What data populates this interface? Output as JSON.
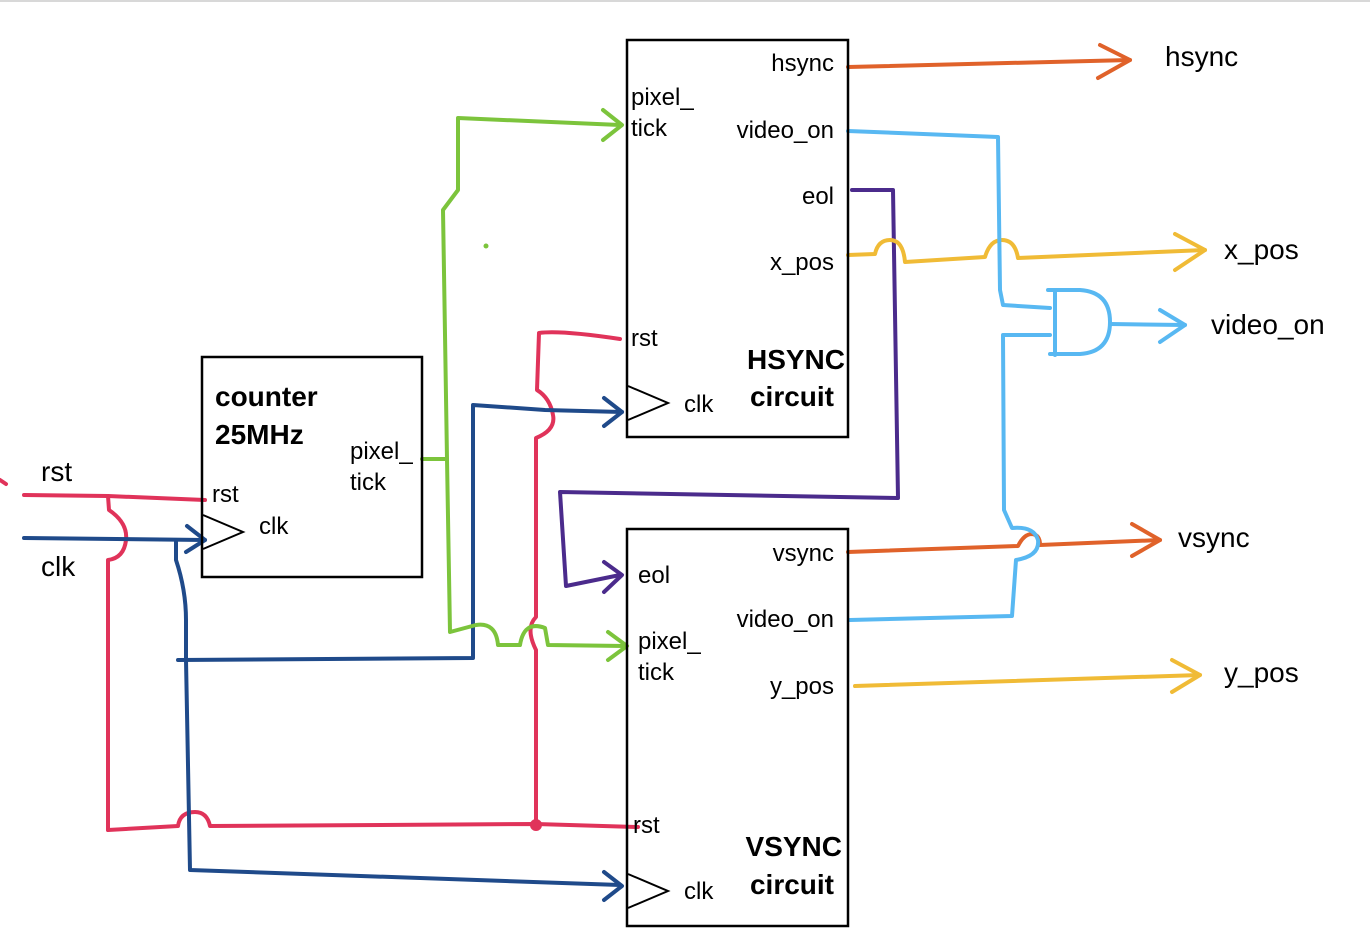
{
  "colors": {
    "red": "#e0335a",
    "navy": "#1f4a8a",
    "green": "#7cc43c",
    "purple": "#4b2b8c",
    "orange": "#e0622a",
    "yellow": "#f0bb36",
    "blue": "#58b8f2"
  },
  "inputs": {
    "rst": "rst",
    "clk": "clk"
  },
  "counter": {
    "title_line1": "counter",
    "title_line2": "25MHz",
    "rst": "rst",
    "clk": "clk",
    "out_line1": "pixel_",
    "out_line2": "tick"
  },
  "hsync": {
    "title_line1": "HSYNC",
    "title_line2": "circuit",
    "in_tick_line1": "pixel_",
    "in_tick_line2": "tick",
    "in_rst": "rst",
    "in_clk": "clk",
    "out_hsync": "hsync",
    "out_video_on": "video_on",
    "out_eol": "eol",
    "out_x_pos": "x_pos"
  },
  "vsync": {
    "title_line1": "VSYNC",
    "title_line2": "circuit",
    "in_eol": "eol",
    "in_tick_line1": "pixel_",
    "in_tick_line2": "tick",
    "in_rst": "rst",
    "in_clk": "clk",
    "out_vsync": "vsync",
    "out_video_on": "video_on",
    "out_y_pos": "y_pos"
  },
  "outputs": {
    "hsync": "hsync",
    "x_pos": "x_pos",
    "video_on": "video_on",
    "vsync": "vsync",
    "y_pos": "y_pos"
  }
}
